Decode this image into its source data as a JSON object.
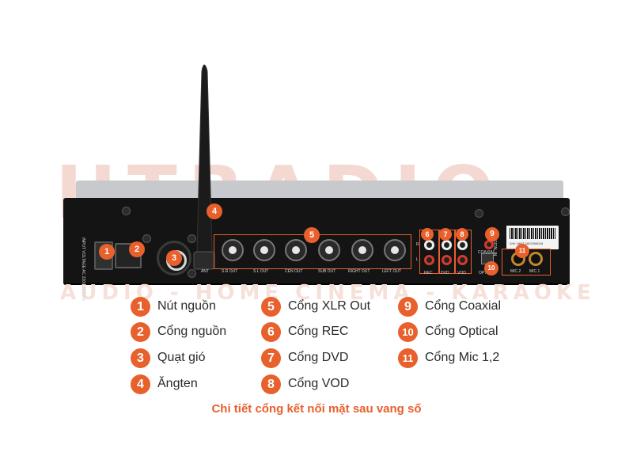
{
  "watermark": {
    "brand": "HTRADIO",
    "tagline": "AUDIO - HOME CINEMA - KARAOKE"
  },
  "device": {
    "panel_text": "INPUT VOLTAGE AC 220V 50/60Hz",
    "antenna_label": "ANT",
    "xlr_outputs": [
      "S.R OUT",
      "S.L OUT",
      "CEN OUT",
      "SUB OUT",
      "RIGHT OUT",
      "LEFT OUT"
    ],
    "rca_labels": [
      "REC",
      "DVD",
      "VOD"
    ],
    "coaxial_label": "COAXIAL",
    "digital_in_label": "DIGITAL IN",
    "optical_label": "OPTICAL",
    "serial": "S/N: H8AT-1607008018",
    "mic_labels": [
      "MIC.2",
      "MIC.1"
    ],
    "rl_marks": {
      "r": "R",
      "l": "L"
    }
  },
  "callouts": [
    "1",
    "2",
    "3",
    "4",
    "5",
    "6",
    "7",
    "8",
    "9",
    "10",
    "11"
  ],
  "legend": [
    {
      "num": "1",
      "label": "Nút nguồn"
    },
    {
      "num": "2",
      "label": "Cổng nguồn"
    },
    {
      "num": "3",
      "label": "Quạt gió"
    },
    {
      "num": "4",
      "label": "Ăngten"
    },
    {
      "num": "5",
      "label": "Cổng XLR Out"
    },
    {
      "num": "6",
      "label": "Cổng REC"
    },
    {
      "num": "7",
      "label": "Cổng DVD"
    },
    {
      "num": "8",
      "label": "Cổng VOD"
    },
    {
      "num": "9",
      "label": "Cổng Coaxial"
    },
    {
      "num": "10",
      "label": "Cổng Optical"
    },
    {
      "num": "11",
      "label": "Cổng Mic 1,2"
    }
  ],
  "caption": "Chi tiết cổng kết nối mặt sau vang số",
  "colors": {
    "accent": "#e8602c",
    "device": "#141414",
    "watermark": "#f4d9d2"
  }
}
